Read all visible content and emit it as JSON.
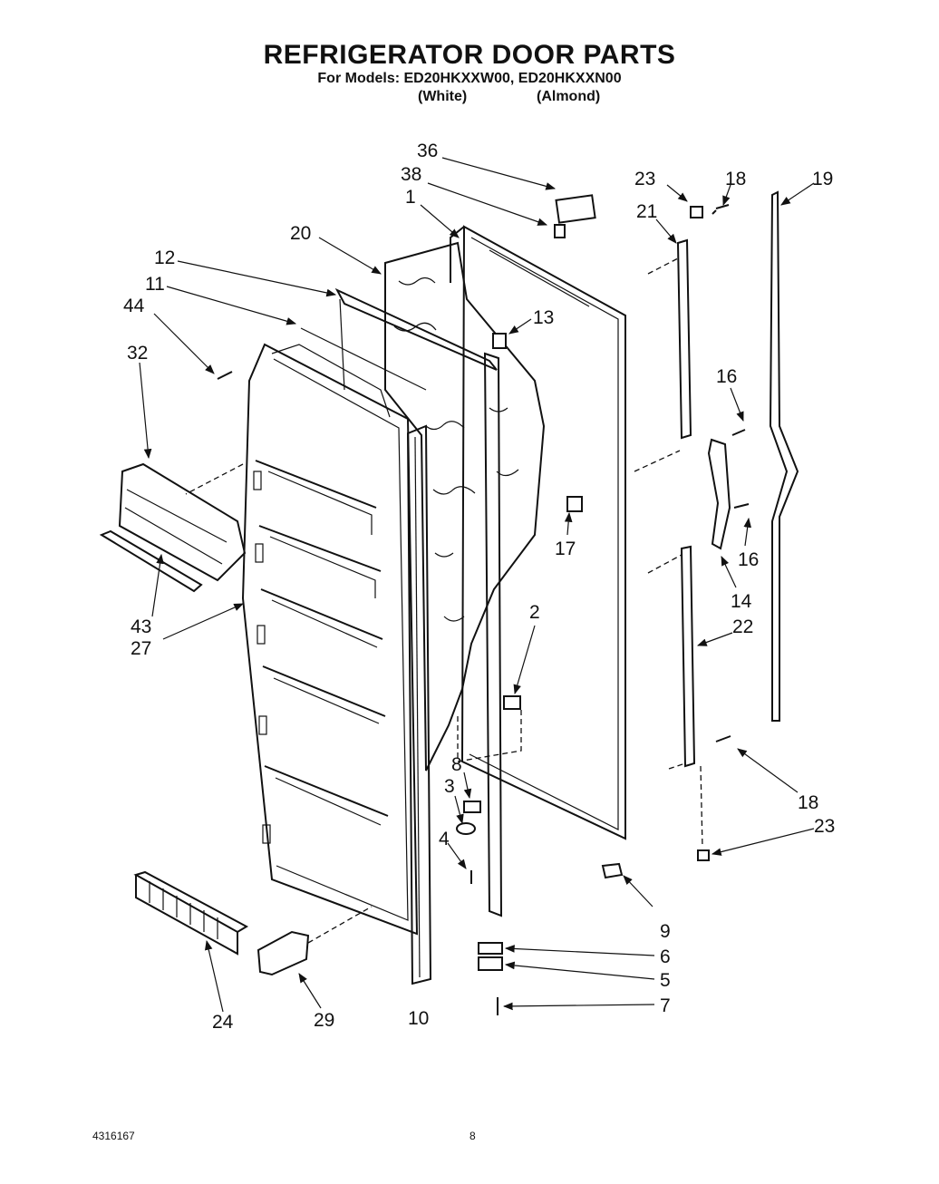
{
  "header": {
    "title": "REFRIGERATOR DOOR PARTS",
    "models_line": "For Models: ED20HKXXW00, ED20HKXXN00",
    "variant_white": "(White)",
    "variant_almond": "(Almond)"
  },
  "callouts": {
    "c36": "36",
    "c38": "38",
    "c1": "1",
    "c20": "20",
    "c12": "12",
    "c11": "11",
    "c44": "44",
    "c32": "32",
    "c13": "13",
    "c23a": "23",
    "c18a": "18",
    "c19": "19",
    "c21": "21",
    "c16a": "16",
    "c16b": "16",
    "c17": "17",
    "c14": "14",
    "c22": "22",
    "c43": "43",
    "c27": "27",
    "c2": "2",
    "c8": "8",
    "c3": "3",
    "c4": "4",
    "c18b": "18",
    "c23b": "23",
    "c9": "9",
    "c6": "6",
    "c5": "5",
    "c7": "7",
    "c24": "24",
    "c29": "29",
    "c10": "10"
  },
  "footer": {
    "doc_number": "4316167",
    "page_number": "8"
  }
}
